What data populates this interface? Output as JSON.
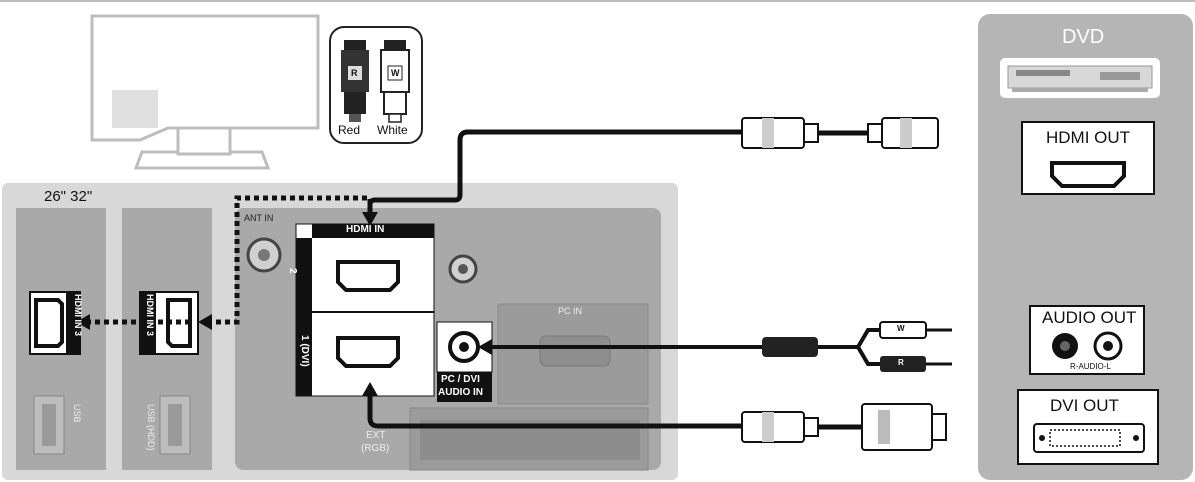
{
  "tv": {
    "sizes_label": "26\" 32\"",
    "ant_in_label": "ANT IN",
    "hdmi_in_label": "HDMI IN",
    "hdmi_port_2_label": "2",
    "hdmi_port_1_label": "1 (DVI)",
    "pc_dvi_audio_in_label_line1": "PC / DVI",
    "pc_dvi_audio_in_label_line2": "AUDIO IN",
    "pc_in_label": "PC IN",
    "ext_label_line1": "EXT",
    "ext_label_line2": "(RGB)",
    "side_hdmi_in3_label": "HDMI IN 3",
    "side_hdmi_in3_alt_label": "HDMI IN 3",
    "usb_label": "USB",
    "usb_hdd_label": "USB (HDD)"
  },
  "rca_legend": {
    "red_label": "Red",
    "white_label": "White",
    "red_plug_letter": "R",
    "white_plug_letter": "W"
  },
  "dvd": {
    "title": "DVD",
    "hdmi_out_label": "HDMI OUT",
    "audio_out_label": "AUDIO OUT",
    "audio_out_sub_label": "R-AUDIO-L",
    "dvi_out_label": "DVI OUT"
  },
  "cables": {
    "audio_plug_white_letter": "W",
    "audio_plug_red_letter": "R"
  },
  "colors": {
    "panel_gray": "#c9c9c9",
    "panel_dark": "#a9a9a9",
    "dvd_panel": "#b5b5b5",
    "cable": "#1a1a1a",
    "port_white": "#ffffff"
  }
}
